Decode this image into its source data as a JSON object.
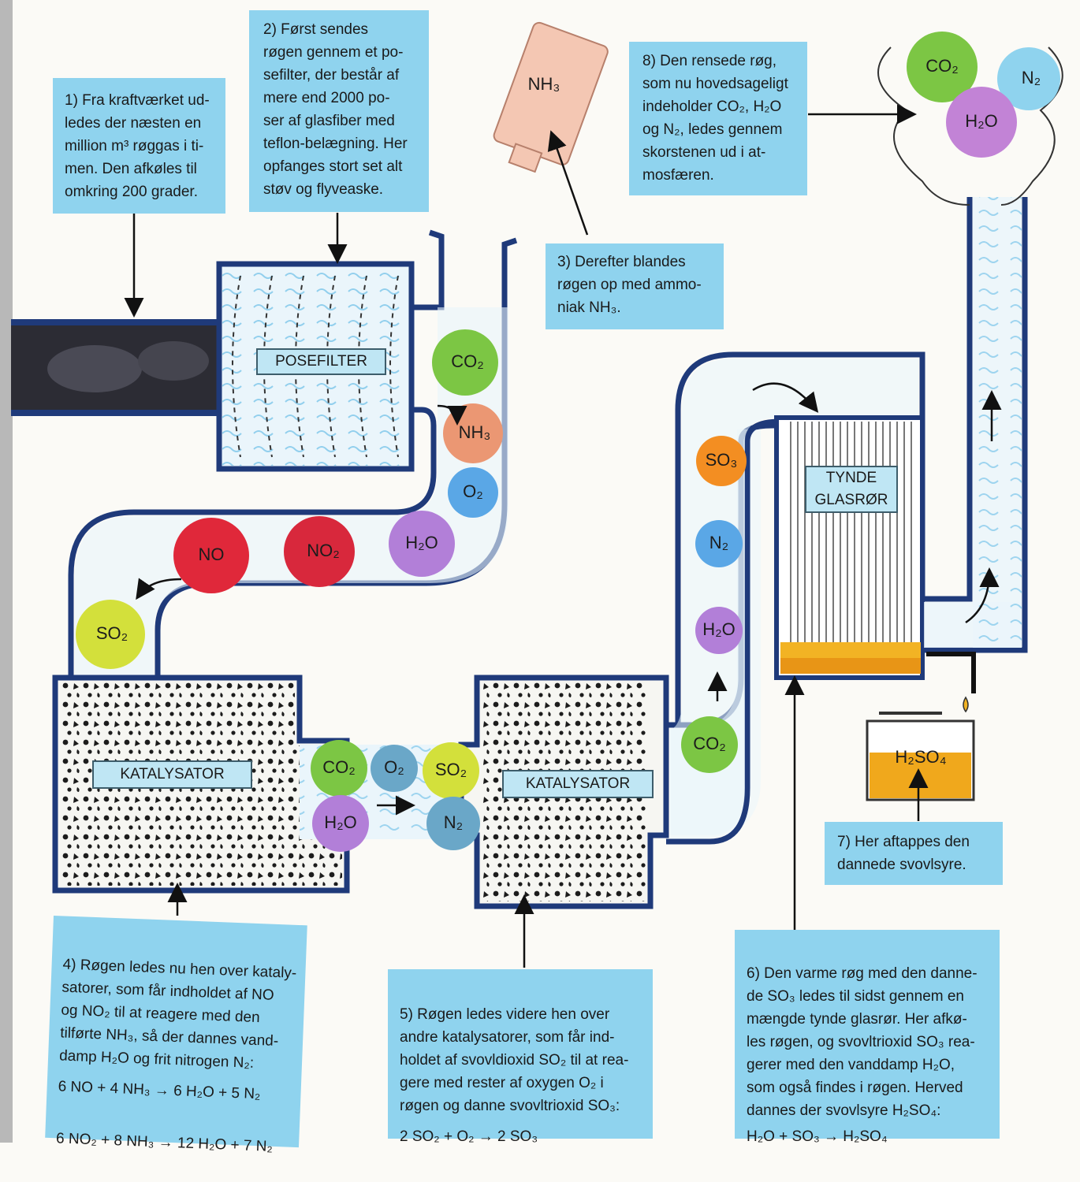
{
  "captions": {
    "c1": "1) Fra kraftværket ud-\nledes der næsten en\nmillion m³ røggas i ti-\nmen. Den afkøles til\nomkring 200 grader.",
    "c2": "2) Først sendes\nrøgen gennem et po-\nsefilter, der består af\nmere end 2000 po-\nser af glasfiber med\nteflon-belægning. Her\nopfanges stort set alt\nstøv og flyveaske.",
    "c3": "3) Derefter blandes\nrøgen op med ammo-\nniak NH₃.",
    "c4": "4) Røgen ledes nu hen over kataly-\nsatorer, som får indholdet af NO\nog NO₂ til at reagere med den\ntilførte NH₃, så der dannes vand-\ndamp H₂O og frit nitrogen N₂:",
    "c4_eq1": "6 NO + 4 NH₃ → 6 H₂O + 5 N₂",
    "c4_eq2": "6 NO₂ + 8 NH₃ → 12 H₂O + 7 N₂",
    "c5": "5) Røgen ledes videre hen over\nandre katalysatorer, som får ind-\nholdet af svovldioxid SO₂ til at rea-\ngere med rester af oxygen O₂ i\nrøgen og danne svovltrioxid SO₃:",
    "c5_eq": "2 SO₂ + O₂ → 2 SO₃",
    "c6": "6) Den varme røg med den danne-\nde SO₃ ledes til sidst gennem en\nmængde tynde glasrør. Her afkø-\nles røgen, og svovltrioxid SO₃ rea-\ngerer med den vanddamp H₂O,\nsom også findes i røgen. Herved\ndannes der svovlsyre H₂SO₄:",
    "c6_eq": "H₂O + SO₃ → H₂SO₄",
    "c7": "7) Her aftappes den\ndannede svovlsyre.",
    "c8": "8) Den rensede røg,\nsom nu hovedsageligt\nindeholder CO₂, H₂O\nog N₂, ledes gennem\nskorstenen ud i at-\nmosfæren."
  },
  "labels": {
    "posefilter": "POSEFILTER",
    "katalysator1": "KATALYSATOR",
    "katalysator2": "KATALYSATOR",
    "glasror": "TYNDE\nGLASRØR"
  },
  "molecules": {
    "bottle": "NH₃",
    "co2_a": "CO₂",
    "nh3_a": "NH₃",
    "o2_a": "O₂",
    "h2o_a": "H₂O",
    "no2_a": "NO₂",
    "no_a": "NO",
    "so2_a": "SO₂",
    "co2_b": "CO₂",
    "o2_b": "O₂",
    "so2_b": "SO₂",
    "h2o_b": "H₂O",
    "n2_b": "N₂",
    "co2_c": "CO₂",
    "h2o_c": "H₂O",
    "n2_c": "N₂",
    "so3_c": "SO₃",
    "acid": "H₂SO₄",
    "co2_out": "CO₂",
    "n2_out": "N₂",
    "h2o_out": "H₂O"
  },
  "colors": {
    "caption_bg": "#8fd3ee",
    "pipe": "#1f3a7a",
    "no": "#e0283a",
    "no2": "#d8283c",
    "h2o": "#b27fd8",
    "o2": "#5aa7e6",
    "nh3": "#eb9773",
    "co2": "#7cc644",
    "so2": "#d3e03b",
    "so3": "#f38e22",
    "n2": "#6aa7c8",
    "acid": "#f0a81c"
  }
}
